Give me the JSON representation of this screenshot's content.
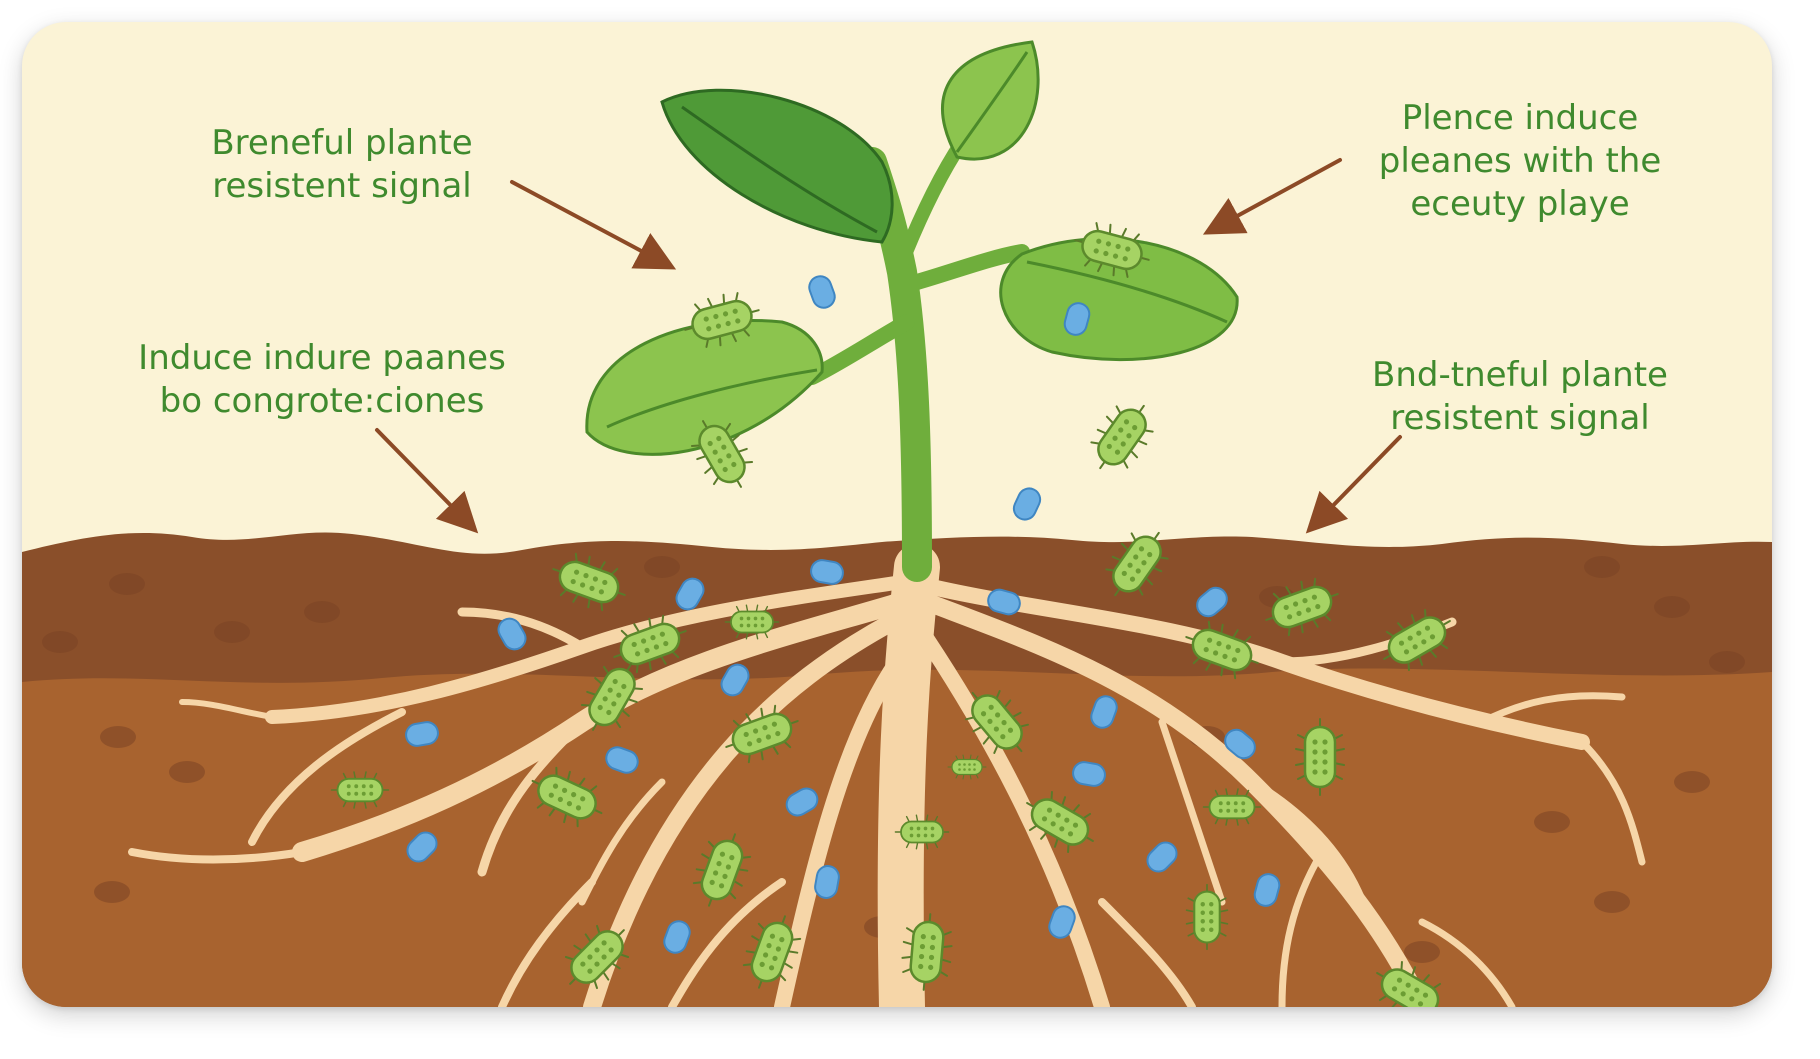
{
  "labels": {
    "top_left": {
      "line1": "Breneful plante",
      "line2": "resistent signal"
    },
    "mid_left": {
      "line1": "Induce indure paanes",
      "line2": "bo congrote:ciones"
    },
    "top_right": {
      "line1": "Plence induce",
      "line2": "pleanes with the",
      "line3": "eceuty playe"
    },
    "mid_right": {
      "line1": "Bnd-tneful plante",
      "line2": "resistent signal"
    }
  },
  "colors": {
    "sky": "#fbf3d6",
    "soil_top": "#8a4f2a",
    "soil_bottom": "#a8632f",
    "root": "#f6d6a8",
    "stem": "#6fae3c",
    "leaf_dark": "#4f9a37",
    "leaf_light": "#8cc44e",
    "bacteria": "#a6d364",
    "particle": "#6aaee3",
    "arrow": "#8c4a26",
    "label_text": "#3f8a2e"
  },
  "icons": [
    "bacteria-icon",
    "blue-particle-icon",
    "arrow-icon"
  ]
}
